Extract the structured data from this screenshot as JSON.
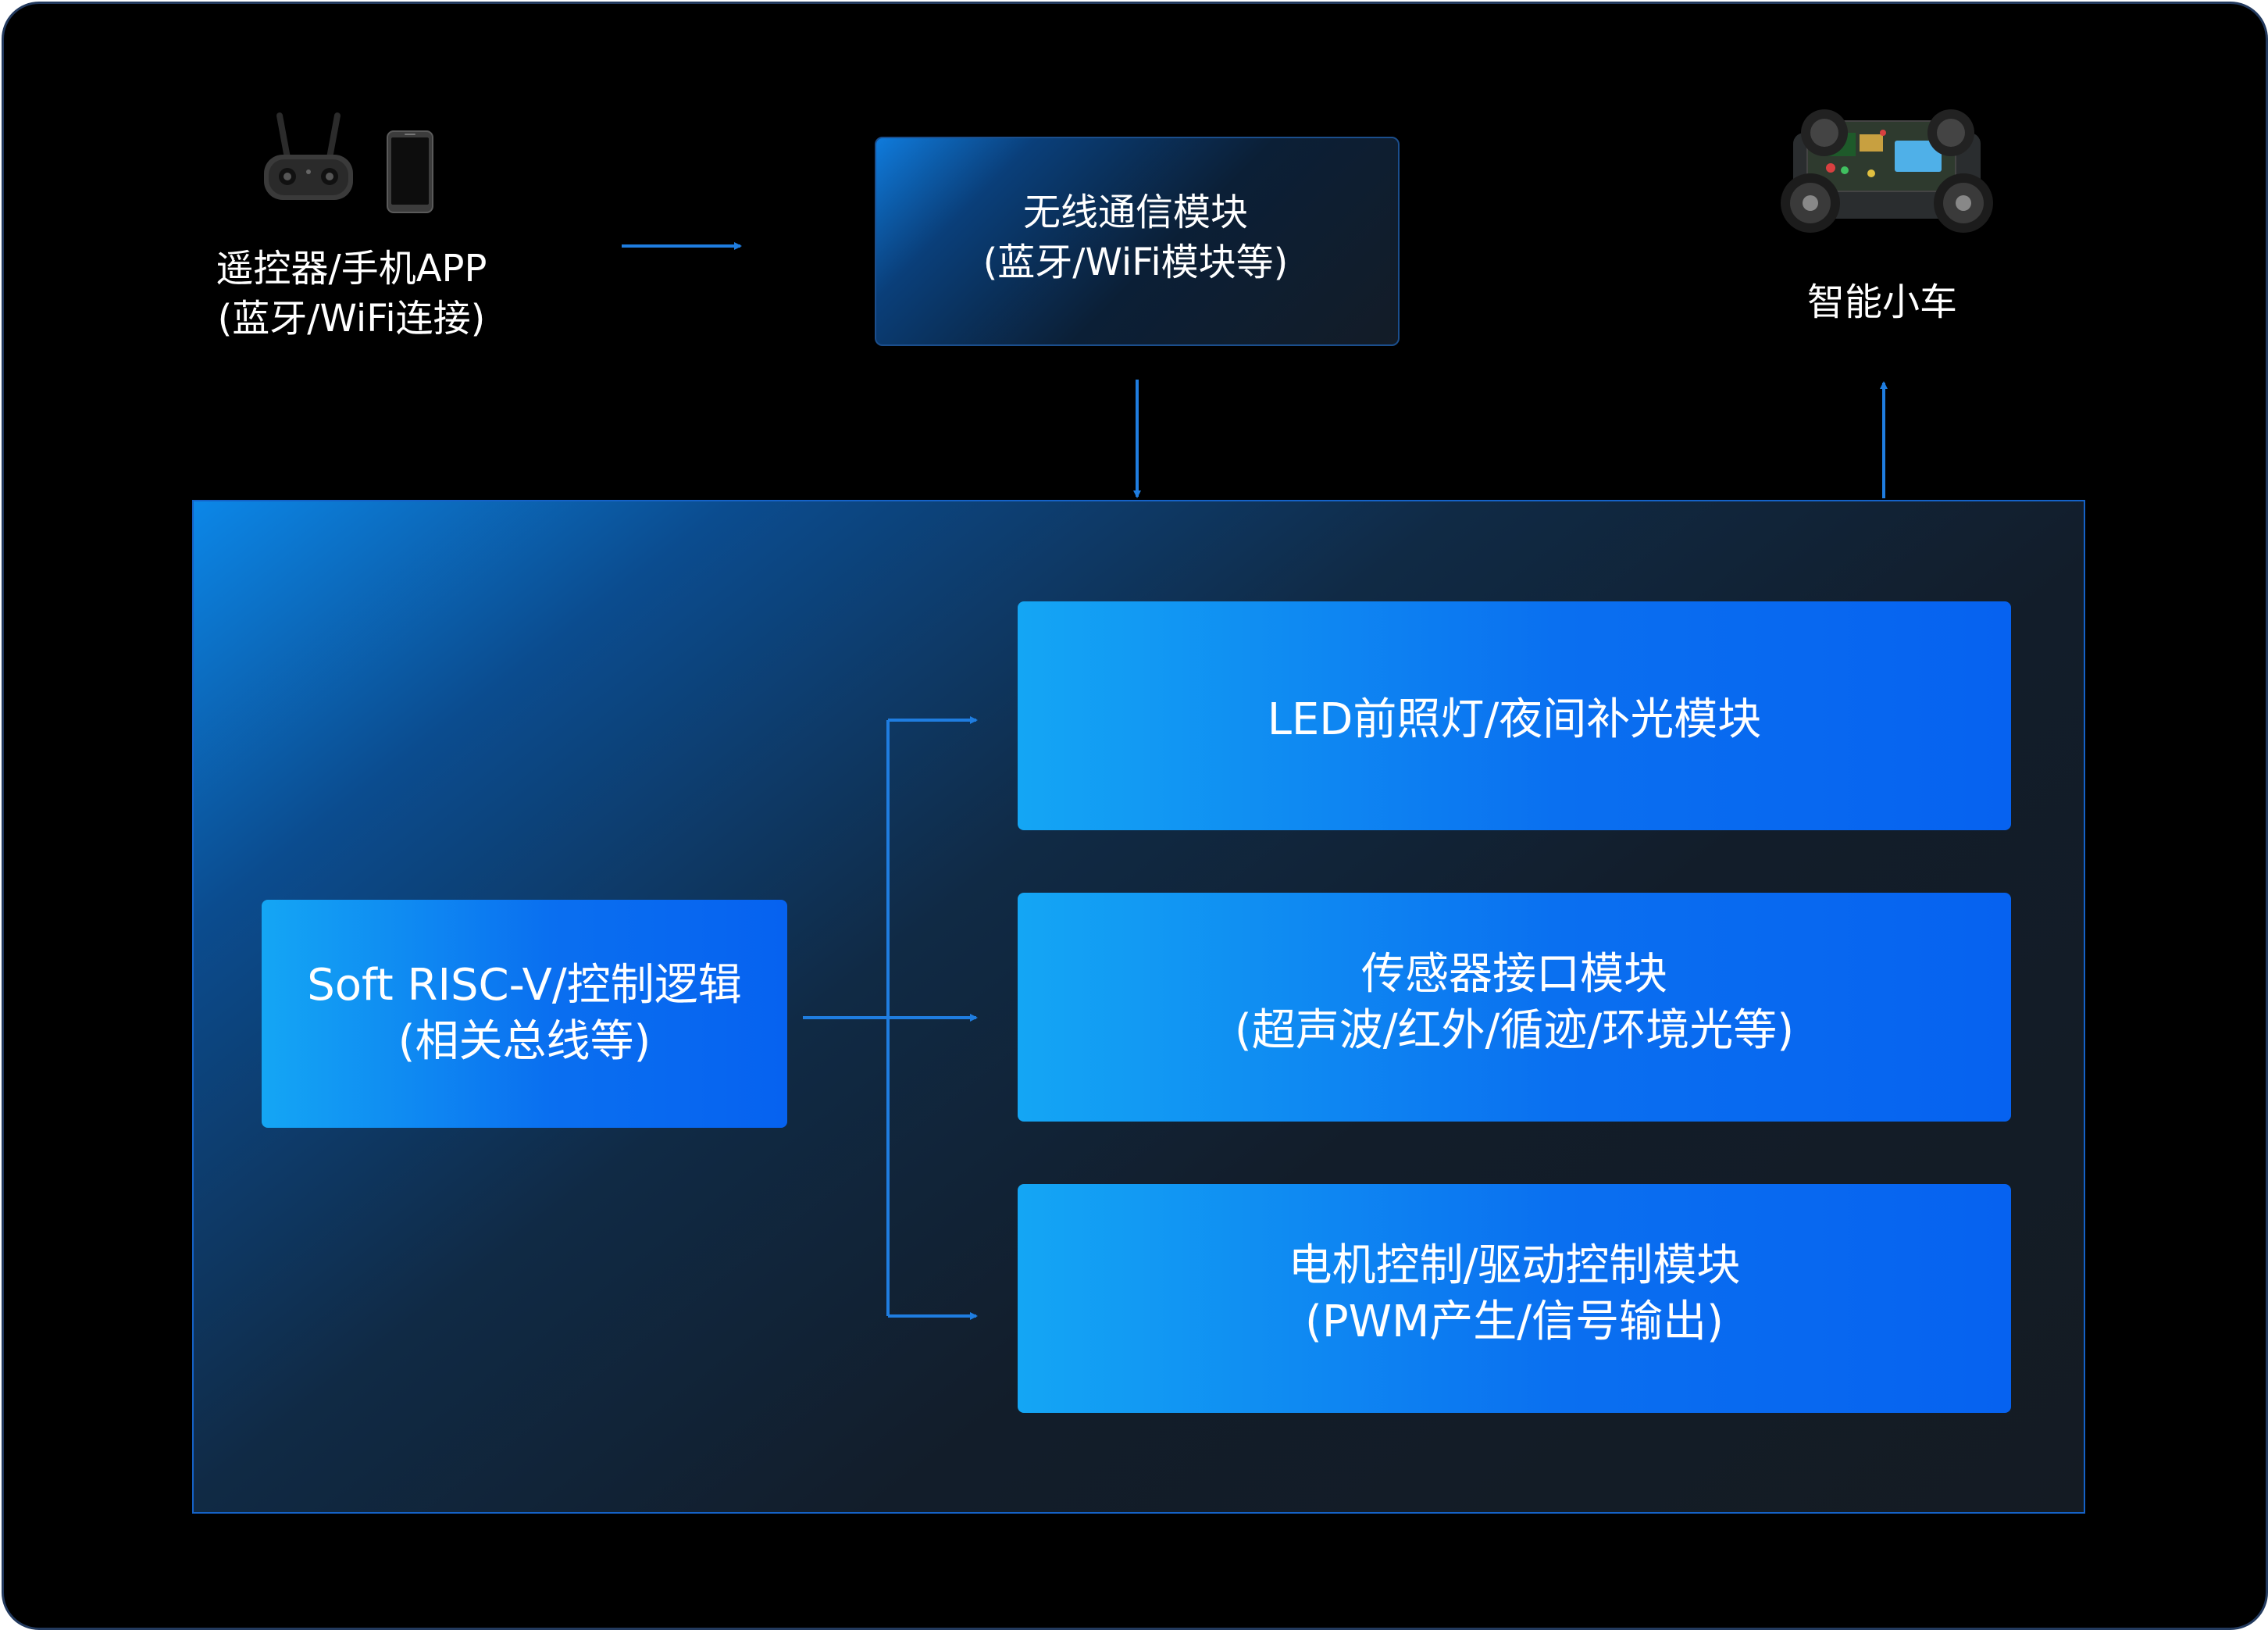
{
  "source": {
    "line1": "遥控器/手机APP",
    "line2": "(蓝牙/WiFi连接)",
    "remote_icon": "remote-controller-icon",
    "phone_icon": "smartphone-icon"
  },
  "wireless": {
    "line1": "无线通信模块",
    "line2": "(蓝牙/WiFi模块等)"
  },
  "car": {
    "label": "智能小车",
    "icon": "smart-car-icon"
  },
  "cpu": {
    "line1": "Soft RISC-V/控制逻辑",
    "line2": "(相关总线等)"
  },
  "modules": {
    "led": {
      "line1": "LED前照灯/夜间补光模块"
    },
    "sensor": {
      "line1": "传感器接口模块",
      "line2": "(超声波/红外/循迹/环境光等)"
    },
    "motor": {
      "line1": "电机控制/驱动控制模块",
      "line2": "(PWM产生/信号输出)"
    }
  },
  "colors": {
    "background": "#000000",
    "arrow": "#1f7de0",
    "module_start": "#14a6f4",
    "module_end": "#0662f0"
  }
}
